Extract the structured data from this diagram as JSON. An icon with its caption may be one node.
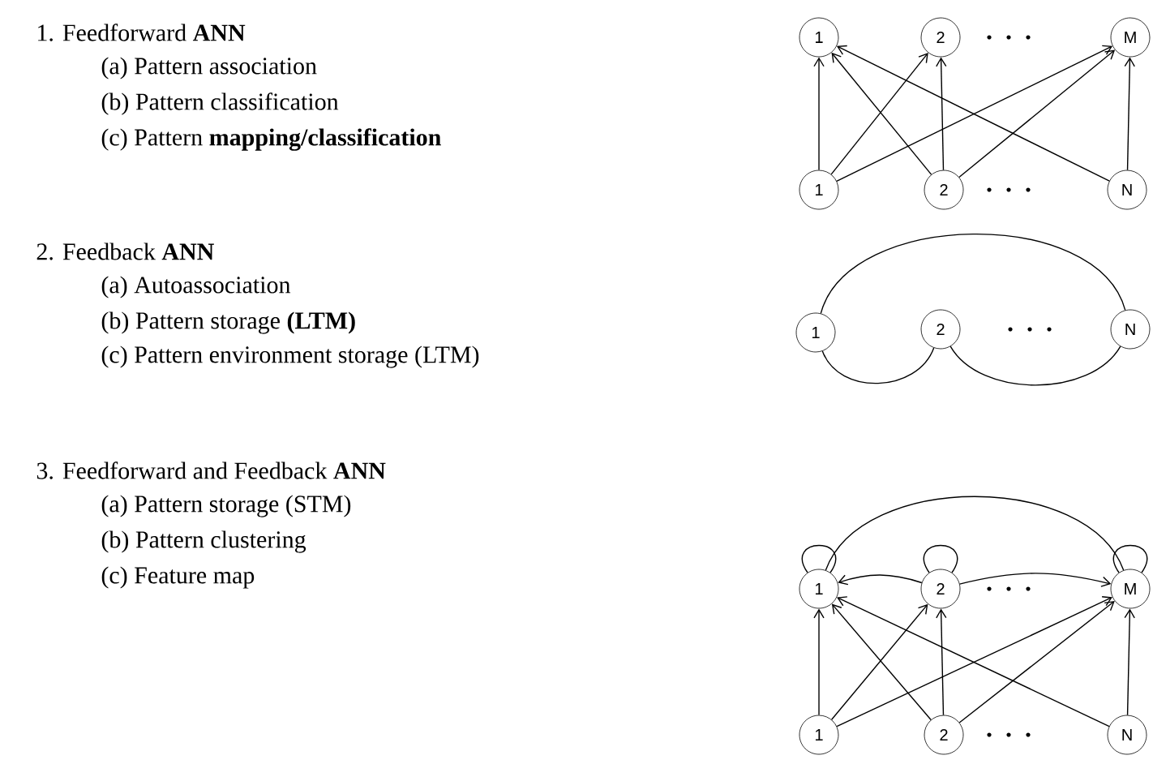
{
  "diagram": {
    "nodes": [
      {
        "text": [
          "1"
        ]
      },
      {
        "text": [
          "2"
        ]
      },
      {
        "text": [
          "M"
        ]
      },
      {
        "text": [
          "1"
        ]
      },
      {
        "text": [
          "2"
        ]
      },
      {
        "text": [
          "N"
        ]
      },
      {
        "text": [
          "1"
        ]
      },
      {
        "text": [
          "2"
        ]
      },
      {
        "text": [
          "N"
        ]
      },
      {
        "text": [
          "1"
        ]
      },
      {
        "text": [
          "2"
        ]
      },
      {
        "text": [
          "M"
        ]
      },
      {
        "text": [
          "1"
        ]
      },
      {
        "text": [
          "2"
        ]
      },
      {
        "text": [
          "N"
        ]
      }
    ],
    "edges": [
      {
        "from": 3,
        "to": 0,
        "arrow": "to"
      },
      {
        "from": 3,
        "to": 1,
        "arrow": "to"
      },
      {
        "from": 3,
        "to": 2,
        "arrow": "to"
      },
      {
        "from": 4,
        "to": 0,
        "arrow": "to"
      },
      {
        "from": 4,
        "to": 1,
        "arrow": "to"
      },
      {
        "from": 4,
        "to": 2,
        "arrow": "to"
      },
      {
        "from": 5,
        "to": 0,
        "arrow": "to"
      },
      {
        "from": 5,
        "to": 2,
        "arrow": "to"
      },
      {
        "from": 6,
        "to": 8,
        "arrow": "none"
      },
      {
        "from": 6,
        "to": 7,
        "arrow": "none"
      },
      {
        "from": 7,
        "to": 8,
        "arrow": "none"
      },
      {
        "from": 9,
        "to": 9,
        "arrow": "none"
      },
      {
        "from": 10,
        "to": 10,
        "arrow": "none"
      },
      {
        "from": 11,
        "to": 11,
        "arrow": "none"
      },
      {
        "from": 9,
        "to": 11,
        "arrow": "none"
      },
      {
        "from": 10,
        "to": 9,
        "arrow": "to"
      },
      {
        "from": 10,
        "to": 11,
        "arrow": "to"
      },
      {
        "from": 12,
        "to": 9,
        "arrow": "to"
      },
      {
        "from": 12,
        "to": 10,
        "arrow": "to"
      },
      {
        "from": 12,
        "to": 11,
        "arrow": "to"
      },
      {
        "from": 13,
        "to": 9,
        "arrow": "to"
      },
      {
        "from": 13,
        "to": 10,
        "arrow": "to"
      },
      {
        "from": 13,
        "to": 11,
        "arrow": "to"
      },
      {
        "from": 14,
        "to": 9,
        "arrow": "to"
      },
      {
        "from": 14,
        "to": 11,
        "arrow": "to"
      }
    ],
    "labels": [
      "1. Feedforward **ANN**",
      "(a) Pattern association",
      "(b) Pattern classification",
      "(c) Pattern **mapping/classification**",
      "2. Feedback **ANN**",
      "(a) Autoassociation",
      "(b) Pattern storage **(LTM)**",
      "(c) Pattern environment storage (LTM)",
      "3. Feedforward and Feedback **ANN**",
      "(a) Pattern storage (STM)",
      "(b) Pattern clustering",
      "(c) Feature map"
    ]
  }
}
